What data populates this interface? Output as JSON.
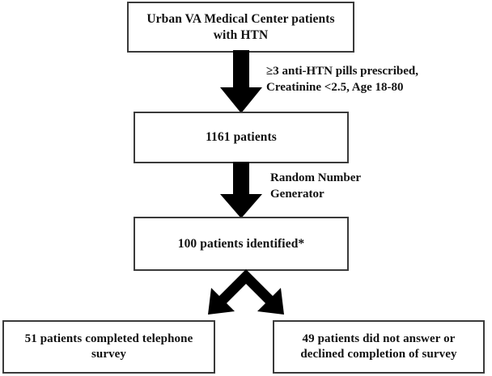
{
  "figure": {
    "type": "flowchart",
    "orientation": "top-to-bottom",
    "background_color": "#ffffff",
    "text_color": "#111111",
    "box_border_color": "#3a3a3a",
    "arrow_color": "#000000"
  },
  "nodes": {
    "source": {
      "label": "Urban VA Medical Center patients\nwith HTN"
    },
    "cohort": {
      "label": "1161 patients"
    },
    "sample": {
      "label": "100 patients identified*"
    },
    "completed": {
      "label": "51 patients completed telephone\nsurvey"
    },
    "declined": {
      "label": "49 patients did not answer or\ndeclined completion of survey"
    }
  },
  "edges": {
    "screening": {
      "label": "≥3 anti-HTN pills prescribed,\nCreatinine <2.5, Age 18-80",
      "from": "source",
      "to": "cohort"
    },
    "random": {
      "label": "Random Number\nGenerator",
      "from": "cohort",
      "to": "sample"
    },
    "split": {
      "label": "",
      "from": "sample",
      "to": "completed, declined"
    }
  }
}
